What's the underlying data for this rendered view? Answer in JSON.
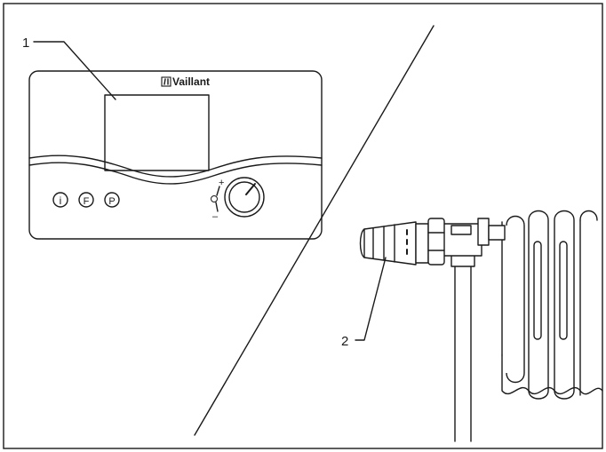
{
  "callouts": {
    "one": "1",
    "two": "2"
  },
  "controller": {
    "brand": "Vaillant",
    "buttons": {
      "info": "i",
      "function": "F",
      "program": "P"
    },
    "dial_plus": "+",
    "dial_minus": "–"
  },
  "colors": {
    "ink": "#1a1a1a",
    "paper": "#ffffff"
  }
}
